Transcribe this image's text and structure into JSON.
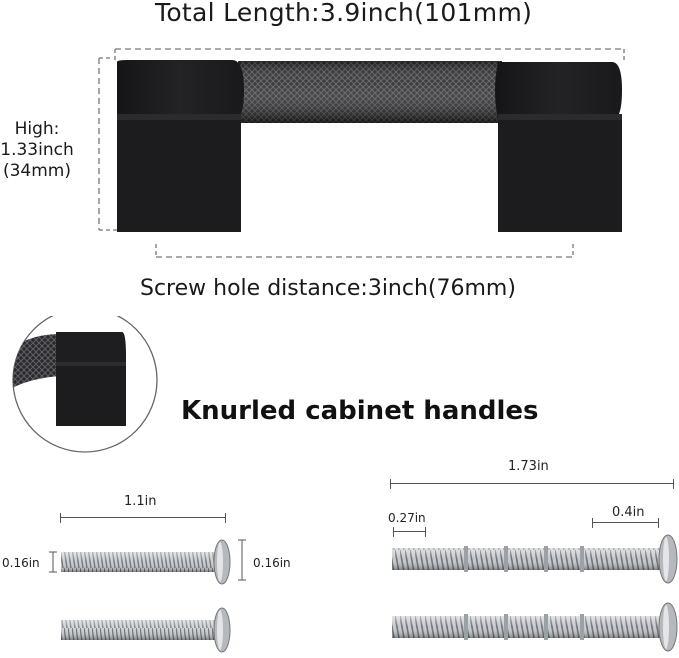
{
  "labels": {
    "total_length": "Total Length:3.9inch(101mm)",
    "high": [
      "High:",
      "1.33inch",
      "(34mm)"
    ],
    "screw_hole": "Screw hole distance:3inch(76mm)",
    "product_title": "Knurled cabinet handles"
  },
  "screws_left": {
    "length": "1.1in",
    "diameter_left": "0.16in",
    "diameter_right": "0.16in"
  },
  "screws_right": {
    "length": "1.73in",
    "tip_segment": "0.27in",
    "head_segment": "0.4in"
  },
  "colors": {
    "handle": "#1c1c1e",
    "knurl": "#3a3a3d",
    "screw": "#b8bcc0",
    "dashed": "#777777"
  }
}
